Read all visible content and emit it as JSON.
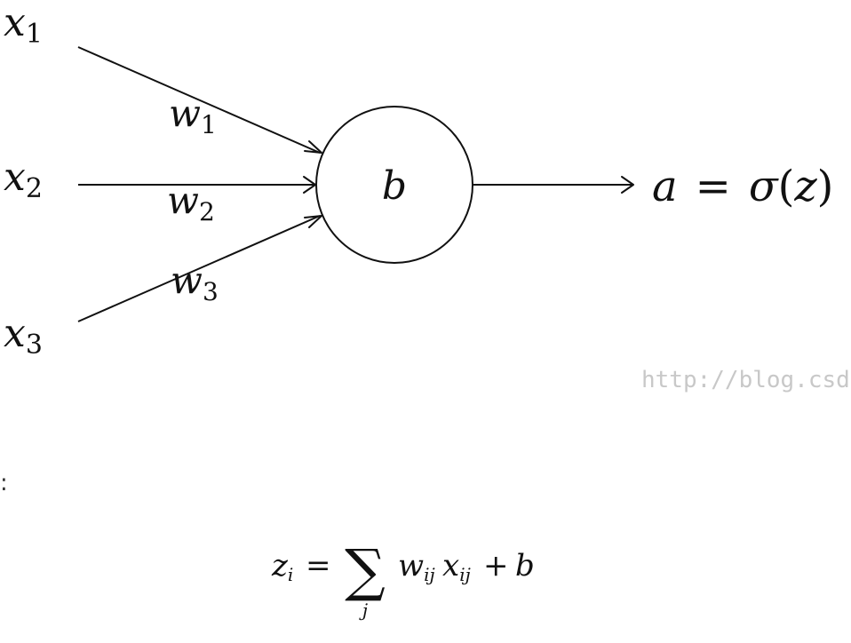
{
  "diagram": {
    "inputs": [
      {
        "var": "x",
        "index": "1"
      },
      {
        "var": "x",
        "index": "2"
      },
      {
        "var": "x",
        "index": "3"
      }
    ],
    "weights": [
      {
        "var": "w",
        "index": "1"
      },
      {
        "var": "w",
        "index": "2"
      },
      {
        "var": "w",
        "index": "3"
      }
    ],
    "node_label": "b",
    "output": {
      "lhs": "a",
      "equals": "=",
      "func": "σ",
      "open": "(",
      "arg": "z",
      "close": ")"
    }
  },
  "watermark": "http://blog.csd",
  "colon": ":",
  "formula": {
    "lhs": "z",
    "lhs_sub": "i",
    "equals": "=",
    "sum": "∑",
    "sum_sub": "j",
    "w": "w",
    "w_sub": "ij",
    "x": "x",
    "x_sub": "ij",
    "plus": "+",
    "b": "b"
  }
}
